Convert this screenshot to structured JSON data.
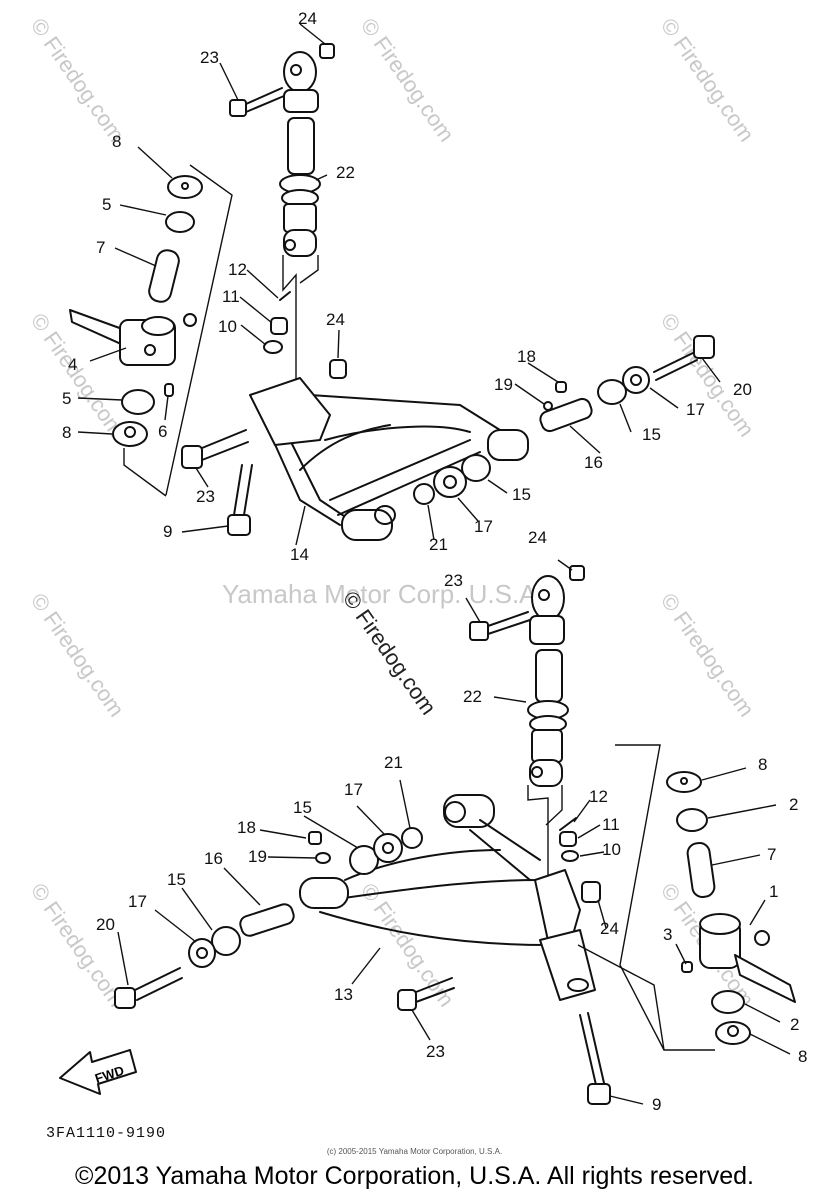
{
  "watermarks": {
    "corner": "© Firedog.com",
    "center": "© Firedog.com",
    "manufacturer": "Yamaha Motor Corp. U.S.A."
  },
  "callouts": {
    "top": [
      "24",
      "23",
      "22",
      "8",
      "5",
      "7",
      "12",
      "11",
      "10",
      "24",
      "4",
      "5",
      "6",
      "8",
      "23",
      "9",
      "14",
      "18",
      "19",
      "20",
      "17",
      "15",
      "16",
      "15",
      "17",
      "21"
    ],
    "bottom": [
      "24",
      "23",
      "22",
      "8",
      "2",
      "7",
      "1",
      "3",
      "2",
      "8",
      "21",
      "17",
      "15",
      "18",
      "19",
      "16",
      "15",
      "17",
      "20",
      "12",
      "11",
      "10",
      "24",
      "13",
      "23",
      "9"
    ]
  },
  "fwd_label": "FWD",
  "part_code": "3FA1110-9190",
  "small_copyright": "(c) 2005-2015 Yamaha Motor Corporation, U.S.A.",
  "copyright": "©2013 Yamaha Motor Corporation, U.S.A. All rights reserved."
}
